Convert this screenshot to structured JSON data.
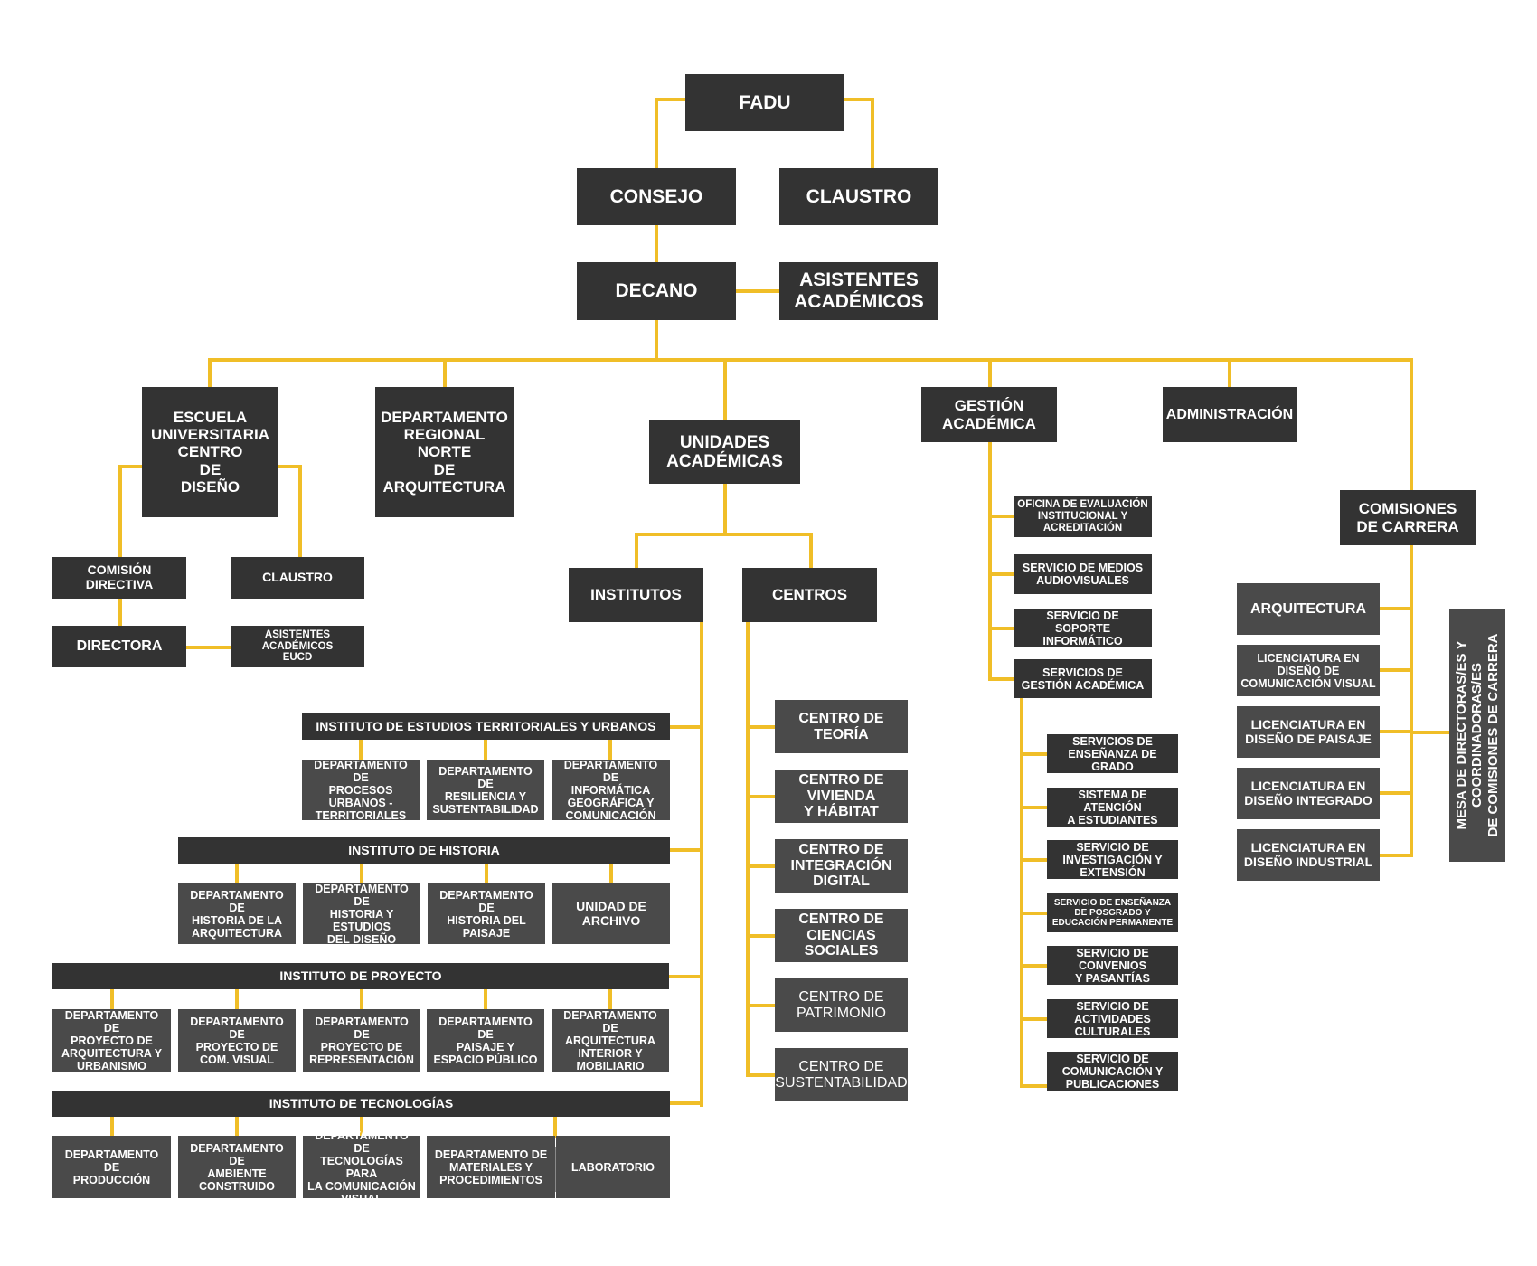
{
  "colors": {
    "connector": "#f0be28",
    "box_dark": "#333333",
    "box_mid": "#4a4a4a",
    "text": "#ffffff"
  },
  "top": {
    "fadu": "FADU",
    "consejo": "CONSEJO",
    "claustro": "CLAUSTRO",
    "decano": "DECANO",
    "asistentes": "ASISTENTES\nACADÉMICOS"
  },
  "level2": {
    "escuela": "ESCUELA\nUNIVERSITARIA\nCENTRO\nDE\nDISEÑO",
    "departamento_regional": "DEPARTAMENTO\nREGIONAL\nNORTE\nDE\nARQUITECTURA",
    "unidades": "UNIDADES\nACADÉMICAS",
    "gestion": "GESTIÓN\nACADÉMICA",
    "administracion": "ADMINISTRACIÓN",
    "comisiones": "COMISIONES\nDE CARRERA"
  },
  "escuela": {
    "comision_directiva": "COMISIÓN\nDIRECTIVA",
    "claustro": "CLAUSTRO",
    "directora": "DIRECTORA",
    "asistentes_eucd": "ASISTENTES\nACADÉMICOS\nEUCD"
  },
  "unidades": {
    "institutos": "INSTITUTOS",
    "centros": "CENTROS"
  },
  "institutos": [
    {
      "title": "INSTITUTO DE ESTUDIOS TERRITORIALES Y URBANOS",
      "departments": [
        "DEPARTAMENTO DE\nPROCESOS\nURBANOS -\nTERRITORIALES",
        "DEPARTAMENTO DE\nRESILIENCIA Y\nSUSTENTABILIDAD",
        "DEPARTAMENTO DE\nINFORMÁTICA\nGEOGRÁFICA Y\nCOMUNICACIÓN"
      ]
    },
    {
      "title": "INSTITUTO DE HISTORIA",
      "departments": [
        "DEPARTAMENTO DE\nHISTORIA DE LA\nARQUITECTURA",
        "DEPARTAMENTO DE\nHISTORIA Y\nESTUDIOS\nDEL DISEÑO",
        "DEPARTAMENTO DE\nHISTORIA DEL\nPAISAJE",
        "UNIDAD DE\nARCHIVO"
      ]
    },
    {
      "title": "INSTITUTO DE PROYECTO",
      "departments": [
        "DEPARTAMENTO DE\nPROYECTO DE\nARQUITECTURA Y\nURBANISMO",
        "DEPARTAMENTO DE\nPROYECTO DE\nCOM. VISUAL",
        "DEPARTAMENTO DE\nPROYECTO DE\nREPRESENTACIÓN",
        "DEPARTAMENTO DE\nPAISAJE Y\nESPACIO PÚBLICO",
        "DEPARTAMENTO DE\nARQUITECTURA\nINTERIOR Y\nMOBILIARIO"
      ]
    },
    {
      "title": "INSTITUTO DE TECNOLOGÍAS",
      "departments": [
        "DEPARTAMENTO DE\nPRODUCCIÓN",
        "DEPARTAMENTO DE\nAMBIENTE\nCONSTRUIDO",
        "DEPARTAMENTO DE\nTECNOLOGÍAS PARA\nLA COMUNICACIÓN\nVISUAL",
        "DEPARTAMENTO DE\nMATERIALES Y\nPROCEDIMIENTOS",
        "LABORATORIO"
      ]
    }
  ],
  "centros": [
    "CENTRO DE\nTEORÍA",
    "CENTRO DE\nVIVIENDA\nY HÁBITAT",
    "CENTRO DE\nINTEGRACIÓN\nDIGITAL",
    "CENTRO DE\nCIENCIAS\nSOCIALES",
    "CENTRO DE\nPATRIMONIO",
    "CENTRO DE\nSUSTENTABILIDAD"
  ],
  "gestion": {
    "oficinas": [
      "OFICINA DE EVALUACIÓN\nINSTITUCIONAL Y\nACREDITACIÓN",
      "SERVICIO DE MEDIOS\nAUDIOVISUALES",
      "SERVICIO DE\nSOPORTE INFORMÁTICO",
      "SERVICIOS DE\nGESTIÓN ACADÉMICA"
    ],
    "servicios": [
      "SERVICIOS DE\nENSEÑANZA DE GRADO",
      "SISTEMA DE ATENCIÓN\nA ESTUDIANTES",
      "SERVICIO DE\nINVESTIGACIÓN Y\nEXTENSIÓN",
      "SERVICIO DE ENSEÑANZA\nDE POSGRADO Y\nEDUCACIÓN PERMANENTE",
      "SERVICIO DE\nCONVENIOS\nY PASANTÍAS",
      "SERVICIO DE\nACTIVIDADES\nCULTURALES",
      "SERVICIO DE\nCOMUNICACIÓN Y\nPUBLICACIONES"
    ]
  },
  "comisiones": {
    "carreras": [
      "ARQUITECTURA",
      "LICENCIATURA EN\nDISEÑO DE\nCOMUNICACIÓN VISUAL",
      "LICENCIATURA EN\nDISEÑO DE PAISAJE",
      "LICENCIATURA EN\nDISEÑO INTEGRADO",
      "LICENCIATURA EN\nDISEÑO INDUSTRIAL"
    ],
    "mesa": "MESA DE DIRECTORAS/ES Y\nCOORDINADORAS/ES\nDE COMISIONES DE CARRERA"
  }
}
